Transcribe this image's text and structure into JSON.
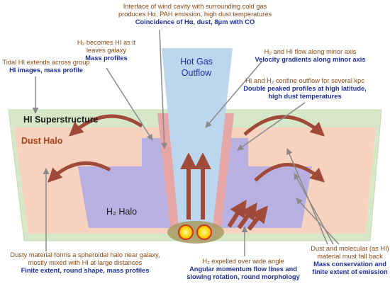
{
  "colors": {
    "superstructure": "#d7e8c8",
    "dust_halo": "#f7d3bf",
    "h2_halo": "#b8b0e0",
    "hot_gas": "#bcd6ee",
    "interface": "#e6a6a6",
    "arrow": "#a04a3a",
    "pointer": "#8a8a8a",
    "brown_text": "#8a4a16",
    "blue_text": "#1e2f9c"
  },
  "regions": {
    "hot_gas": "Hot Gas",
    "outflow": "Outflow",
    "hi_superstructure": "HI Superstructure",
    "dust_halo": "Dust Halo",
    "h2_halo": "H₂ Halo"
  },
  "annotations": {
    "interface": {
      "line1": "Interface of wind cavity with surrounding cold gas",
      "line2": "produces Hα, PAH emission, high dust temperatures",
      "evidence": "Coincidence of Hα, dust, 8μm with CO"
    },
    "h2_becomes_hi": {
      "line1": "H₂ becomes HI as it",
      "line2": "leaves galaxy",
      "evidence": "Mass profiles"
    },
    "minor_axis": {
      "line1": "H₂ and HI flow along minor axis",
      "evidence": "Velocity gradients along minor axis"
    },
    "tidal": {
      "line1": "Tidal HI extends across group",
      "evidence": "HI images, mass profile"
    },
    "confine": {
      "line1": "HI and H₂ confine outflow for several kpc",
      "evidence1": "Double peaked profiles at high latitude,",
      "evidence2": "high dust temperatures"
    },
    "dusty": {
      "line1": "Dusty material forms a spheroidal halo near galaxy,",
      "line2": "mostly mixed with HI at large distances",
      "evidence": "Finite extent, round shape, mass profiles"
    },
    "expelled": {
      "line1": "H₂ expelled over wide angle",
      "evidence1": "Angular momentum flow lines and",
      "evidence2": "slowing rotation, round morphology"
    },
    "fall_back": {
      "line1": "Dust and molecular (as HI)",
      "line2": "material must fall back",
      "evidence1": "Mass conservation and",
      "evidence2": "finite extent of emission"
    }
  }
}
